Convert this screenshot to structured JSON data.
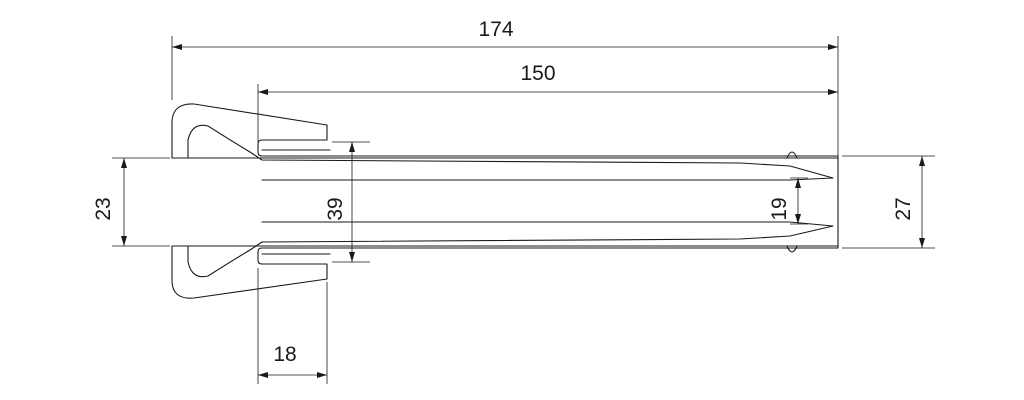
{
  "dimensions": {
    "overall_length": "174",
    "body_length": "150",
    "head_inner_height": "23",
    "slot_height": "39",
    "tip_gap": "19",
    "shaft_height": "27",
    "tab_width": "18"
  },
  "colors": {
    "line": "#1a1a1a",
    "background": "#ffffff"
  }
}
